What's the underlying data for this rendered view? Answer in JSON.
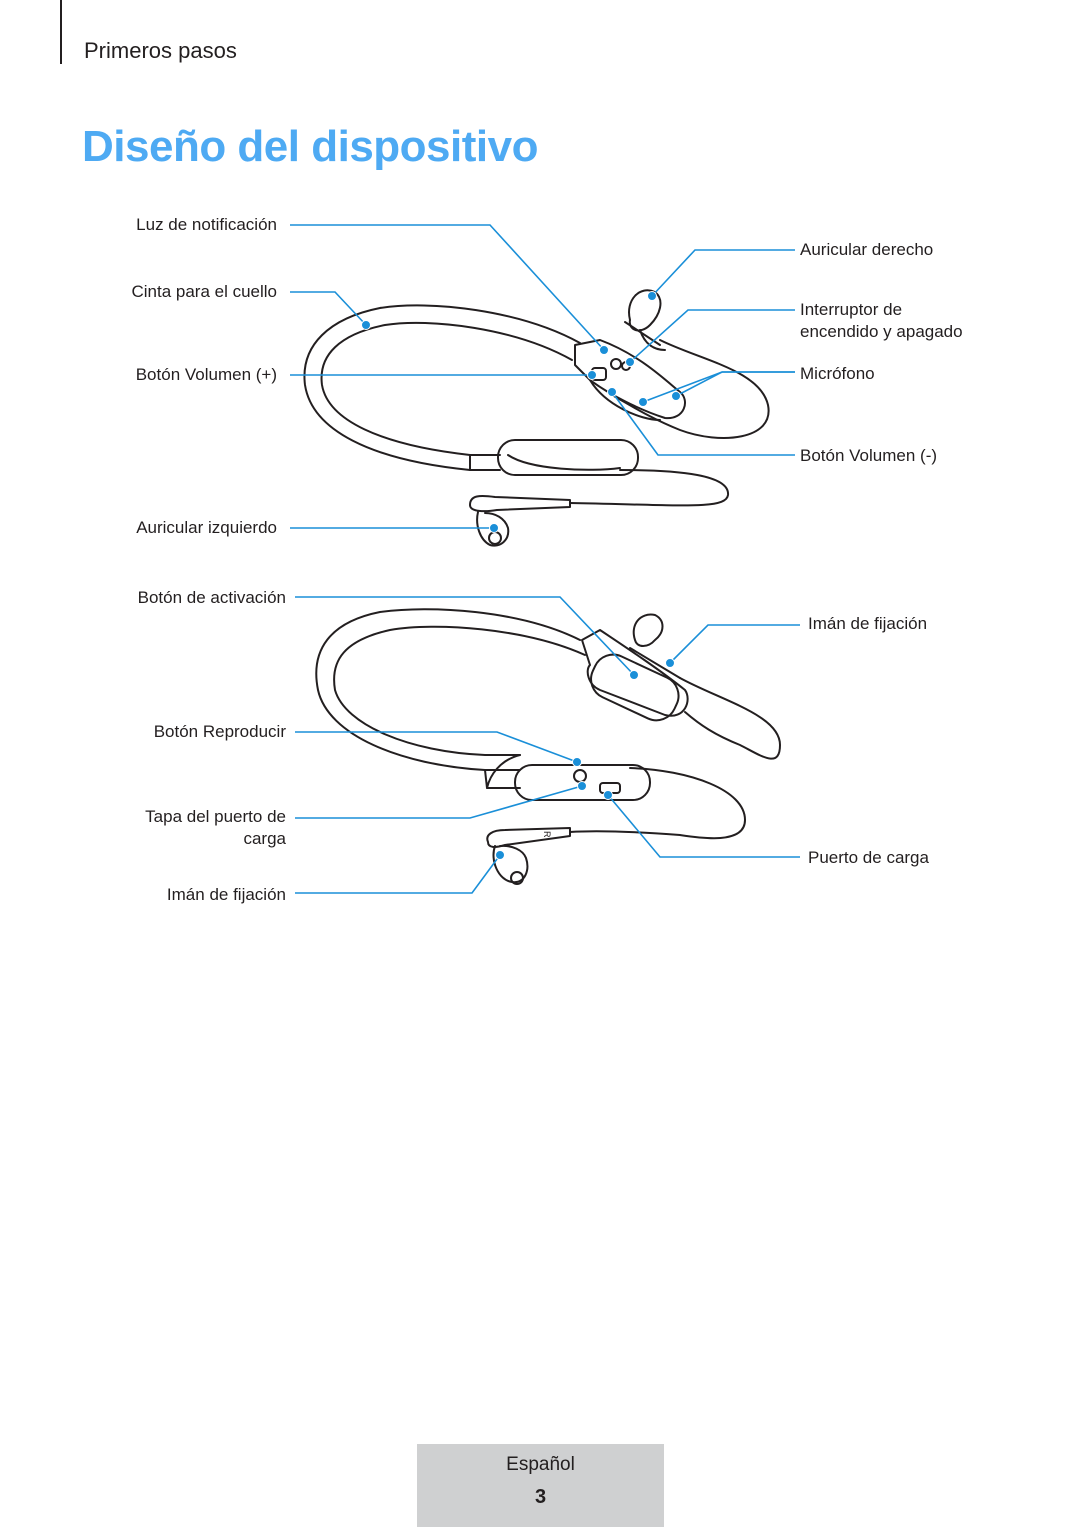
{
  "header": {
    "section": "Primeros pasos",
    "title": "Diseño del dispositivo"
  },
  "labels": {
    "luz_notificacion": "Luz de notificación",
    "cinta_cuello": "Cinta para el cuello",
    "boton_volumen_mas": "Botón Volumen (+)",
    "auricular_izquierdo": "Auricular izquierdo",
    "auricular_derecho": "Auricular derecho",
    "interruptor": "Interruptor de",
    "interruptor_2": "encendido y apagado",
    "microfono": "Micrófono",
    "boton_volumen_menos": "Botón Volumen (-)",
    "boton_activacion": "Botón de activación",
    "iman_fijacion_derecha": "Imán de fijación",
    "boton_reproducir": "Botón Reproducir",
    "tapa_puerto": "Tapa del puerto de",
    "tapa_puerto_2": "carga",
    "puerto_carga": "Puerto de carga",
    "iman_fijacion_izquierda": "Imán de fijación",
    "earbud_mark": "R"
  },
  "colors": {
    "title": "#4eaaf3",
    "callout": "#1a8fd8",
    "footer_bg": "#cfd0d1"
  },
  "footer": {
    "language": "Español",
    "page": "3"
  }
}
